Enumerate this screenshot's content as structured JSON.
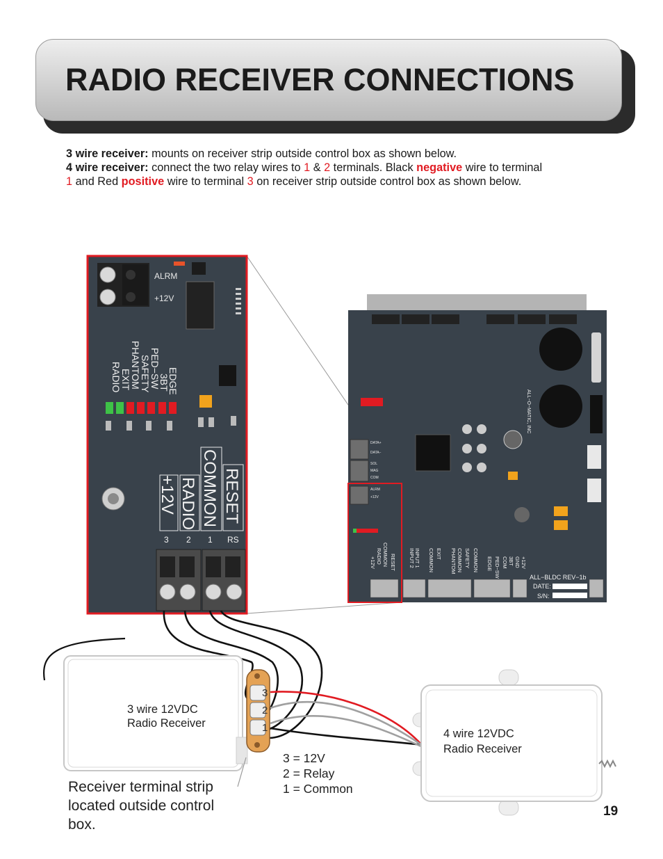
{
  "header": {
    "title": "RADIO RECEIVER CONNECTIONS"
  },
  "intro": {
    "line1_bold": "3 wire receiver:",
    "line1_text": " mounts on receiver strip outside control box as shown below.",
    "line2_bold": "4 wire receiver:",
    "line2_a": " connect the two relay wires to ",
    "num1": "1",
    "amp": " & ",
    "num2": "2",
    "line2_b": " terminals. Black ",
    "negative": "negative",
    "line2_c": " wire to terminal",
    "num1b": "1",
    "line3_a": " and Red ",
    "positive": "positive",
    "line3_b": " wire to terminal ",
    "num3": "3",
    "line3_c": " on receiver strip outside control box as shown below."
  },
  "zoom_board": {
    "alrm": "ALRM",
    "v12": "+12V",
    "inputs": [
      "EDGE",
      "3BT",
      "PED−SW",
      "SAFETY",
      "PHANTOM",
      "EXIT",
      "RADIO"
    ],
    "terminals_big": [
      "RESET",
      "COMMON",
      "RADIO",
      "+12V"
    ],
    "terminal_numbers": [
      "3",
      "2",
      "1",
      "RS"
    ]
  },
  "main_board": {
    "model": "ALL−BLDC REV−1b",
    "date_label": "DATE:",
    "sn_label": "S/N:",
    "brand": "ALL−O−MATIC, INC",
    "bottom_labels": [
      "+12V",
      "RADIO",
      "COMMON",
      "RESET",
      "INPUT 2",
      "INPUT 1",
      "COMMON",
      "EXIT",
      "PHANTOM",
      "COMMON",
      "SAFETY",
      "COMMON",
      "EDGE",
      "PED−SW",
      "COM",
      "3BT",
      "GND",
      "+12V"
    ],
    "left_labels": [
      "DATA+",
      "DATA−",
      "SOL",
      "MAG",
      "COM",
      "ALRM",
      "+12V"
    ]
  },
  "strip": {
    "numbers": [
      "3",
      "2",
      "1"
    ]
  },
  "receiver3": {
    "line1": "3 wire 12VDC",
    "line2": "Radio Receiver"
  },
  "receiver4": {
    "line1": "4 wire 12VDC",
    "line2": "Radio Receiver"
  },
  "legend": {
    "l1": "3 = 12V",
    "l2": "2 = Relay",
    "l3": "1 = Common"
  },
  "strip_caption": {
    "l1": "Receiver terminal strip",
    "l2": "located outside control",
    "l3": "box."
  },
  "page_number": "19",
  "colors": {
    "accent_red": "#e11b22",
    "board": "#39424b",
    "wire_red": "#e11b22",
    "wire_gray": "#9a9a9a"
  }
}
